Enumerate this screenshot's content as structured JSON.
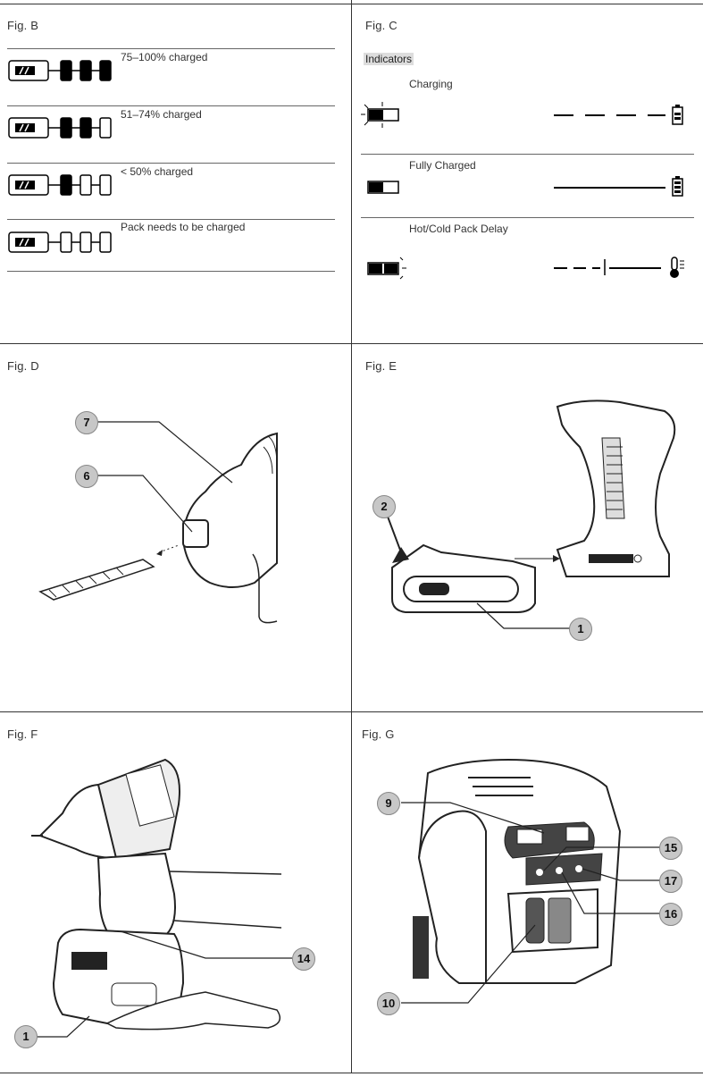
{
  "figures": {
    "b": {
      "label": "Fig. B",
      "rows": [
        {
          "text": "75–100% charged",
          "filled": 3
        },
        {
          "text": "51–74% charged",
          "filled": 2
        },
        {
          "text": "< 50% charged",
          "filled": 1
        },
        {
          "text": "Pack needs to be charged",
          "filled": 0
        }
      ]
    },
    "c": {
      "label": "Fig. C",
      "header": "Indicators",
      "rows": [
        {
          "text": "Charging"
        },
        {
          "text": "Fully Charged"
        },
        {
          "text": "Hot/Cold Pack Delay"
        }
      ]
    },
    "d": {
      "label": "Fig. D",
      "callouts": [
        "7",
        "6"
      ]
    },
    "e": {
      "label": "Fig. E",
      "callouts": [
        "2",
        "1"
      ]
    },
    "f": {
      "label": "Fig. F",
      "callouts": [
        "14",
        "1"
      ]
    },
    "g": {
      "label": "Fig. G",
      "callouts": [
        "9",
        "15",
        "17",
        "16",
        "10"
      ]
    }
  }
}
